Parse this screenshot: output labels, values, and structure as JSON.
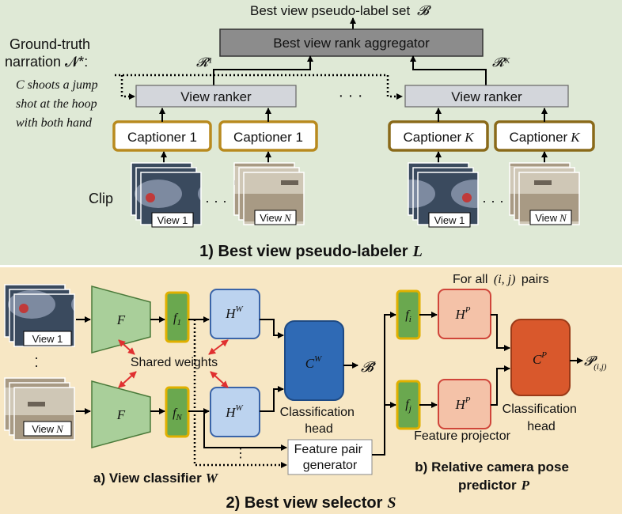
{
  "top": {
    "set_label": "Best view pseudo-label set",
    "set_symbol": "𝓑",
    "aggregator": "Best view rank aggregator",
    "r1": "𝓡¹",
    "rk": "𝓡ᴷ",
    "ground_truth_1": "Ground-truth",
    "ground_truth_2": "narration 𝓝*:",
    "narration_1": "C shoots a jump",
    "narration_2": "shot at the hoop",
    "narration_3": "with both hand",
    "ranker": "View ranker",
    "dots": "· · ·",
    "captioner_1": "Captioner 1",
    "captioner_k": "Captioner",
    "k": "K",
    "clip": "Clip",
    "view1": "View 1",
    "viewN": "View",
    "n": "N",
    "section_title": "1) Best view pseudo-labeler",
    "section_symbol": "L"
  },
  "bottom": {
    "view1": "View 1",
    "viewN": "View",
    "n": "N",
    "F": "F",
    "f1": "f",
    "f1_sub": "1",
    "fN": "f",
    "fN_sub": "N",
    "HW": "H",
    "HW_sup": "W",
    "CW": "C",
    "CW_sup": "W",
    "B_tilde": "𝓑̃",
    "shared_weights": "Shared weights",
    "classification": "Classification",
    "head": "head",
    "feature_pair_1": "Feature pair",
    "feature_pair_2": "generator",
    "view_classifier": "a) View classifier",
    "W": "W",
    "for_all": "For all",
    "pairs_math": "(i, j)",
    "pairs": "pairs",
    "fi": "f",
    "fi_sub": "i",
    "fj": "f",
    "fj_sub": "j",
    "HP": "H",
    "HP_sup": "P",
    "CP": "C",
    "CP_sup": "P",
    "P_out": "𝓟",
    "P_out_sub": "(i,j)",
    "feature_projector": "Feature projector",
    "classification2": "Classification",
    "head2": "head",
    "relative_1": "b) Relative camera pose",
    "relative_2": "predictor",
    "P_sym": "P",
    "section_title": "2) Best view selector",
    "section_symbol": "S"
  },
  "colors": {
    "top_bg": "#dfe9d6",
    "bottom_bg": "#f7e7c4",
    "aggregator": "#8c8c8c",
    "ranker": "#d3d6db",
    "captioner_border": "#b88a1f",
    "F_fill": "#a9cf9a",
    "f_fill": "#6aa84f",
    "f_border": "#e0b000",
    "HW_fill": "#bcd3ef",
    "CW_fill": "#2f6ab5",
    "HP_fill": "#f4c2a8",
    "HP_border": "#d0453a",
    "CP_fill": "#d9582c"
  }
}
